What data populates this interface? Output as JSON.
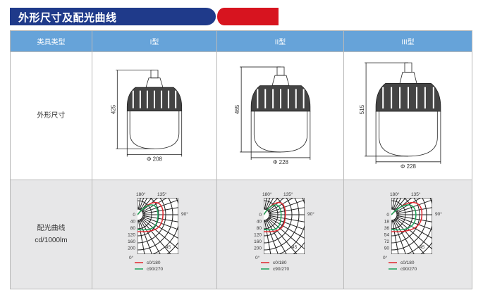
{
  "title": "外形尺寸及配光曲线",
  "header": {
    "col0": "类具类型",
    "types": [
      "I型",
      "II型",
      "III型"
    ]
  },
  "rows": {
    "dimensions": "外形尺寸",
    "curve_l1": "配光曲线",
    "curve_l2": "cd/1000lm"
  },
  "lamps": [
    {
      "height": "425",
      "diameter": "Φ 208"
    },
    {
      "height": "465",
      "diameter": "Φ 228"
    },
    {
      "height": "515",
      "diameter": "Φ 228"
    }
  ],
  "curves": [
    {
      "ticks": [
        "0",
        "40",
        "80",
        "120",
        "160",
        "200"
      ],
      "scale": 200
    },
    {
      "ticks": [
        "0",
        "40",
        "80",
        "120",
        "160",
        "200"
      ],
      "scale": 200
    },
    {
      "ticks": [
        "0",
        "18",
        "36",
        "54",
        "72",
        "90"
      ],
      "scale": 90
    }
  ],
  "angles": {
    "a180": "180°",
    "a135": "135°",
    "a90": "90°",
    "a45": "45",
    "a0": "0°"
  },
  "legend": {
    "c0": "c0/180",
    "c90": "c90/270"
  },
  "colors": {
    "c0": "#e0262e",
    "c90": "#1aa35a",
    "blue": "#1f3a8a",
    "red": "#d7141f",
    "header": "#66a3d9"
  }
}
